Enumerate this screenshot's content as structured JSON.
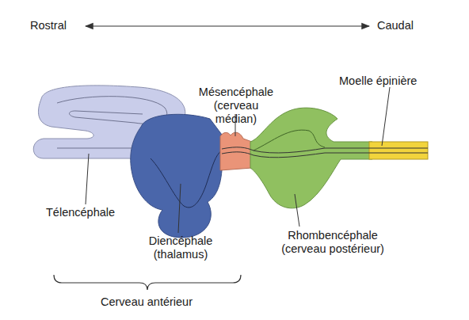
{
  "diagram": {
    "labels": [
      "Rostral",
      "Caudal",
      "Mésencéphale (cerveau médian)",
      "Moelle épinière",
      "Télencéphale",
      "Diencéphale (thalamus)",
      "Rhombencéphale (cerveau postérieur)",
      "Cerveau antérieur"
    ]
  }
}
